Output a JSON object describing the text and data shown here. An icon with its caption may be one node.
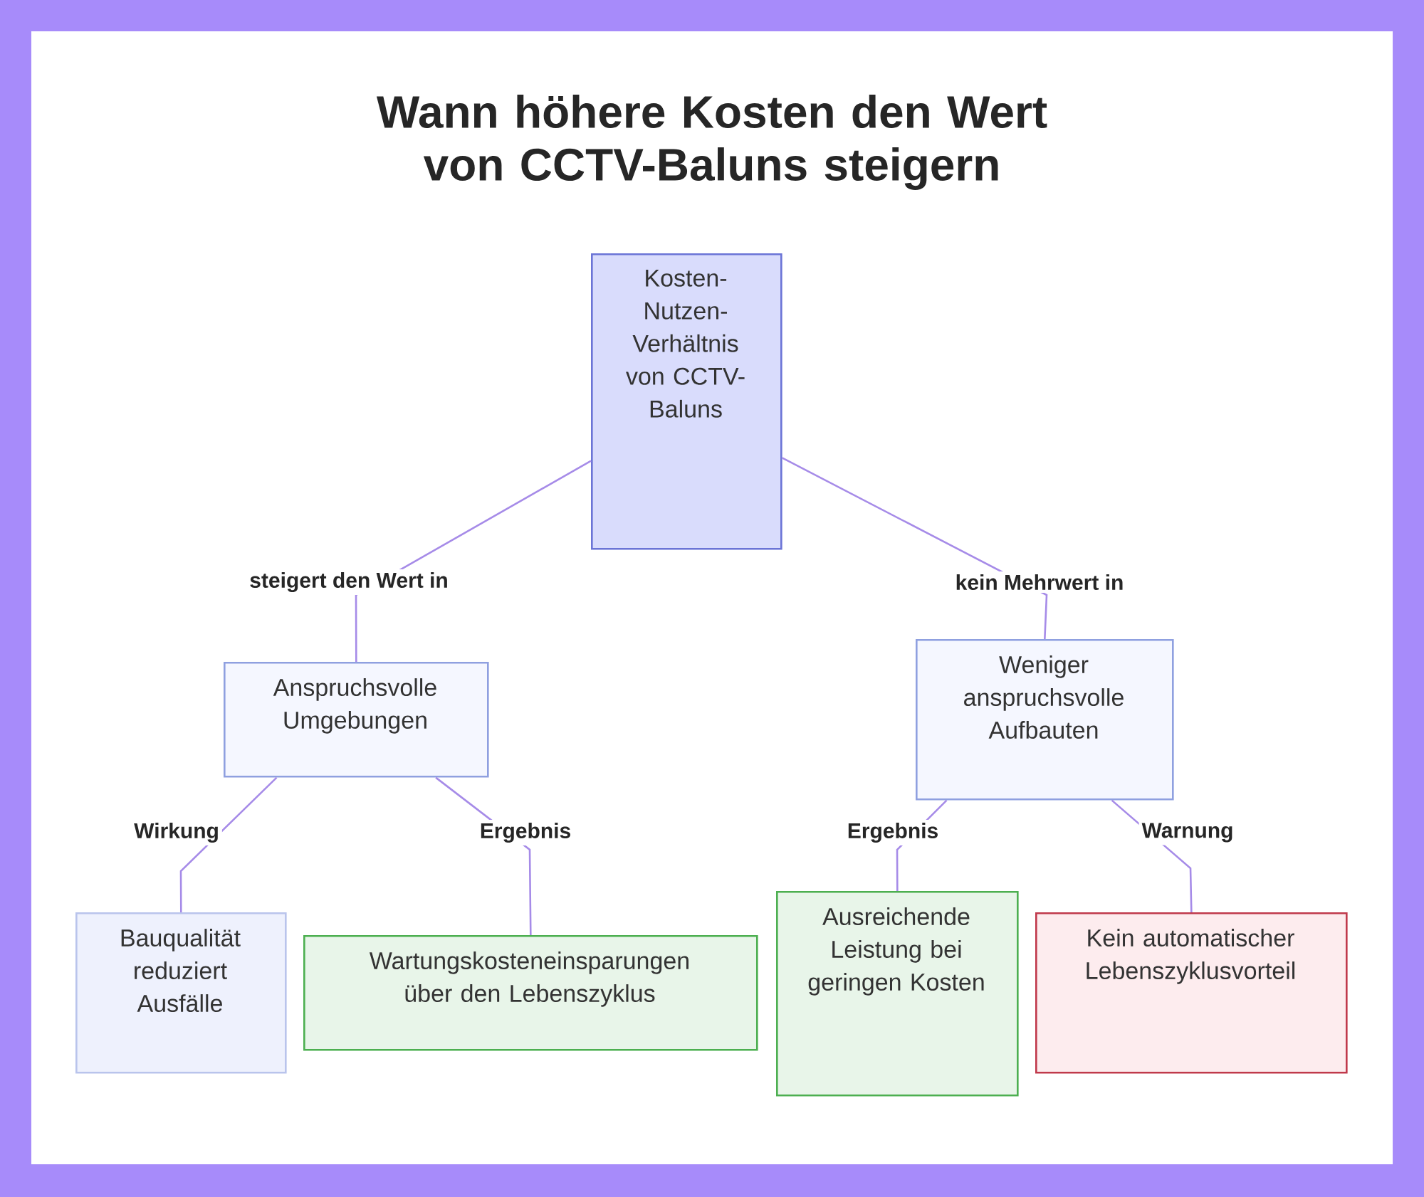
{
  "diagram": {
    "title": "Wann höhere Kosten den Wert von CCTV-Baluns steigern",
    "nodes": [
      {
        "text": [
          "Kosten-Nutzen-Verhältnis von CCTV-Baluns"
        ]
      },
      {
        "text": [
          "Anspruchsvolle Umgebungen"
        ]
      },
      {
        "text": [
          "Weniger anspruchsvolle Aufbauten"
        ]
      },
      {
        "text": [
          "Bauqualität reduziert Ausfälle"
        ]
      },
      {
        "text": [
          "Wartungskosteneinsparungen über den Lebenszyklus"
        ]
      },
      {
        "text": [
          "Ausreichende Leistung bei geringen Kosten"
        ]
      },
      {
        "text": [
          "Kein automatischer Lebenszyklusvorteil"
        ]
      }
    ],
    "edges": [
      {
        "from": 0,
        "to": 1,
        "arrow": "none",
        "label": "steigert den Wert in"
      },
      {
        "from": 0,
        "to": 2,
        "arrow": "none",
        "label": "kein Mehrwert in"
      },
      {
        "from": 1,
        "to": 3,
        "arrow": "none",
        "label": "Wirkung"
      },
      {
        "from": 1,
        "to": 4,
        "arrow": "none",
        "label": "Ergebnis"
      },
      {
        "from": 2,
        "to": 5,
        "arrow": "none",
        "label": "Ergebnis"
      },
      {
        "from": 2,
        "to": 6,
        "arrow": "none",
        "label": "Warnung"
      }
    ]
  }
}
